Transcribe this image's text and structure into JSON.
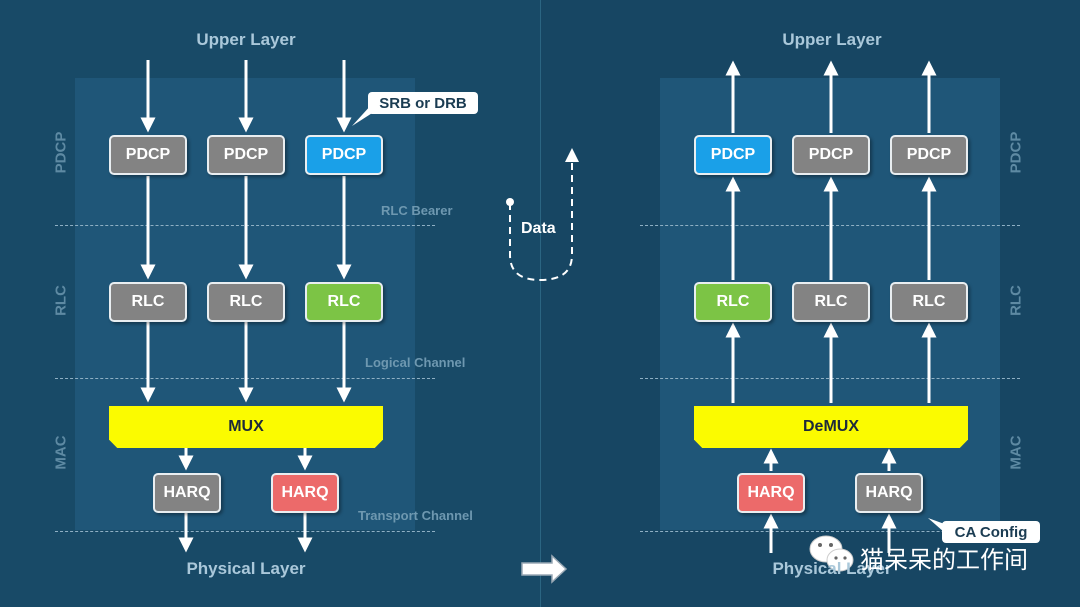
{
  "left": {
    "top_label": "Upper Layer",
    "bottom_label": "Physical Layer",
    "side_labels": {
      "pdcp": "PDCP",
      "rlc": "RLC",
      "mac": "MAC"
    },
    "channel_labels": {
      "rlc_bearer": "RLC Bearer",
      "logical": "Logical Channel",
      "transport": "Transport Channel"
    },
    "pdcp": [
      "PDCP",
      "PDCP",
      "PDCP"
    ],
    "rlc": [
      "RLC",
      "RLC",
      "RLC"
    ],
    "mux": "MUX",
    "harq": [
      "HARQ",
      "HARQ"
    ],
    "callout": "SRB or DRB"
  },
  "right": {
    "top_label": "Upper Layer",
    "bottom_label": "Physical Layer",
    "side_labels": {
      "pdcp": "PDCP",
      "rlc": "RLC",
      "mac": "MAC"
    },
    "pdcp": [
      "PDCP",
      "PDCP",
      "PDCP"
    ],
    "rlc": [
      "RLC",
      "RLC",
      "RLC"
    ],
    "demux": "DeMUX",
    "harq": [
      "HARQ",
      "HARQ"
    ],
    "callout": "CA Config"
  },
  "center": {
    "data_label": "Data"
  },
  "watermark": "猫呆呆的工作间",
  "colors": {
    "background": "#184a67",
    "pdcp_active": "#1aa0e8",
    "rlc_active": "#7cc445",
    "harq_active": "#ec6a6a",
    "mux": "#fbfb00",
    "inactive": "#838383"
  }
}
